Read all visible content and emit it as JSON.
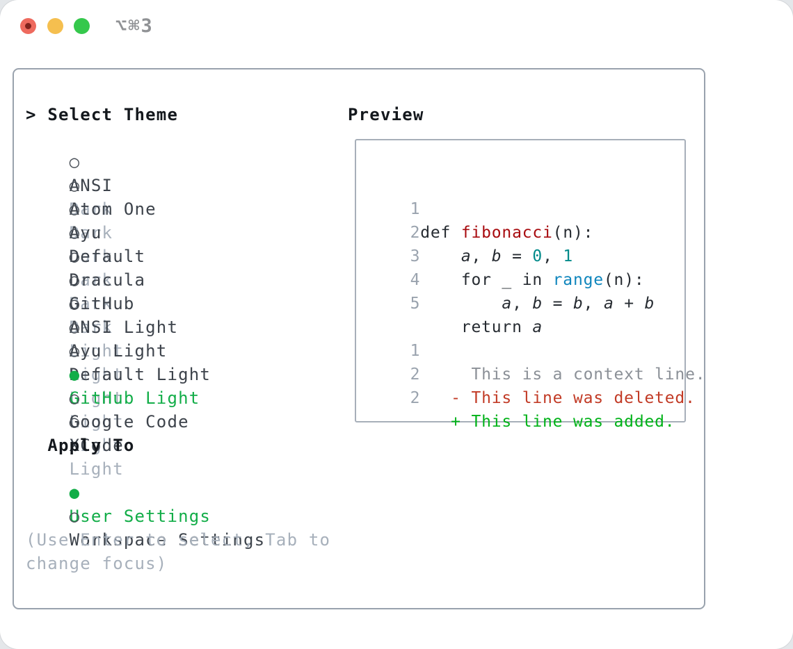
{
  "titlebar": {
    "shortcut": "⌥⌘3",
    "lights": [
      "close",
      "minimize",
      "zoom"
    ]
  },
  "icons": {
    "radio_on": "●",
    "radio_off": "○",
    "prompt": "> ",
    "header_indent": "  "
  },
  "colors": {
    "selection_green": "#12ad48",
    "added_green": "#00b218",
    "deleted_red": "#c23b26",
    "function_red": "#a80b0f",
    "number_teal": "#018a8a",
    "builtin_blue": "#1086bd",
    "muted_gray": "#a7b0bb"
  },
  "theme_list": {
    "header": "Select Theme",
    "items": [
      {
        "name": "ANSI",
        "variant": "Dark",
        "selected": false
      },
      {
        "name": "Atom One",
        "variant": "Dark",
        "selected": false
      },
      {
        "name": "Ayu",
        "variant": "Dark",
        "selected": false
      },
      {
        "name": "Default",
        "variant": "Dark",
        "selected": false
      },
      {
        "name": "Dracula",
        "variant": "Dark",
        "selected": false
      },
      {
        "name": "GitHub",
        "variant": "Dark",
        "selected": false
      },
      {
        "name": "ANSI Light",
        "variant": "Light",
        "selected": false
      },
      {
        "name": "Ayu Light",
        "variant": "Light",
        "selected": false
      },
      {
        "name": "Default Light",
        "variant": "Light",
        "selected": false
      },
      {
        "name": "GitHub Light",
        "variant": "Light",
        "selected": true
      },
      {
        "name": "Google Code",
        "variant": "Light",
        "selected": false
      },
      {
        "name": "XCode",
        "variant": "Light",
        "selected": false
      }
    ]
  },
  "apply_to": {
    "header": "Apply To",
    "options": [
      {
        "label": "User Settings",
        "selected": true
      },
      {
        "label": "Workspace Settings",
        "selected": false
      }
    ]
  },
  "hint": {
    "line1": "(Use Enter to select, Tab to",
    "line2": "change focus)"
  },
  "preview": {
    "title": "Preview",
    "code_lines": [
      {
        "num": "1",
        "segs": [
          {
            "t": " def ",
            "c": "p"
          },
          {
            "t": "fibonacci",
            "c": "fn"
          },
          {
            "t": "(n):",
            "c": "p"
          }
        ]
      },
      {
        "num": "2",
        "segs": [
          {
            "t": "     ",
            "c": "p"
          },
          {
            "t": "a",
            "c": "v"
          },
          {
            "t": ", ",
            "c": "p"
          },
          {
            "t": "b",
            "c": "v"
          },
          {
            "t": " = ",
            "c": "p"
          },
          {
            "t": "0",
            "c": "num"
          },
          {
            "t": ", ",
            "c": "p"
          },
          {
            "t": "1",
            "c": "num"
          }
        ]
      },
      {
        "num": "3",
        "segs": [
          {
            "t": "     for _ in ",
            "c": "p"
          },
          {
            "t": "range",
            "c": "bi"
          },
          {
            "t": "(n):",
            "c": "p"
          }
        ]
      },
      {
        "num": "4",
        "segs": [
          {
            "t": "         ",
            "c": "p"
          },
          {
            "t": "a",
            "c": "v"
          },
          {
            "t": ", ",
            "c": "p"
          },
          {
            "t": "b",
            "c": "v"
          },
          {
            "t": " = ",
            "c": "p"
          },
          {
            "t": "b",
            "c": "v"
          },
          {
            "t": ", ",
            "c": "p"
          },
          {
            "t": "a",
            "c": "v"
          },
          {
            "t": " + ",
            "c": "p"
          },
          {
            "t": "b",
            "c": "v"
          }
        ]
      },
      {
        "num": "5",
        "segs": [
          {
            "t": "     return ",
            "c": "p"
          },
          {
            "t": "a",
            "c": "v"
          }
        ]
      },
      {
        "num": "",
        "segs": []
      },
      {
        "num": "1",
        "segs": [
          {
            "t": "      This is a context line.",
            "c": "ctx"
          }
        ]
      },
      {
        "num": "2",
        "segs": [
          {
            "t": "    - This line was deleted.",
            "c": "del"
          }
        ]
      },
      {
        "num": "2",
        "segs": [
          {
            "t": "    + This line was added.",
            "c": "add"
          }
        ]
      }
    ]
  }
}
